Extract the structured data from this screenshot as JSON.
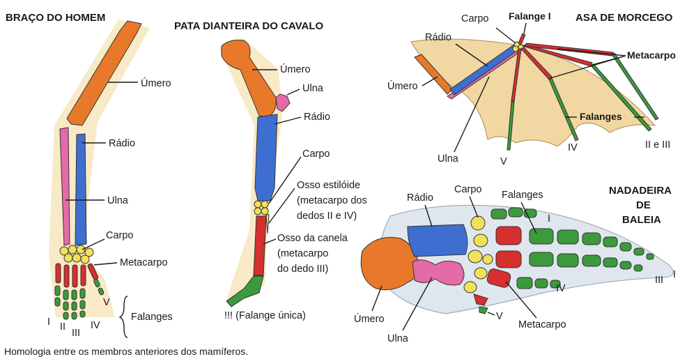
{
  "panels": {
    "human": {
      "title": "BRAÇO DO HOMEM",
      "labels": {
        "umero": "Úmero",
        "radio": "Rádio",
        "ulna": "Ulna",
        "carpo": "Carpo",
        "metacarpo": "Metacarpo",
        "falanges": "Falanges"
      },
      "digits": [
        "I",
        "II",
        "III",
        "IV",
        "V"
      ]
    },
    "horse": {
      "title": "PATA DIANTEIRA DO CAVALO",
      "labels": {
        "umero": "Úmero",
        "ulna": "Ulna",
        "radio": "Rádio",
        "carpo": "Carpo",
        "estiloide": [
          "Osso estilóide",
          "(metacarpo dos",
          "dedos II e IV)"
        ],
        "canela": [
          "Osso da canela",
          "(metacarpo",
          "do dedo III)"
        ],
        "falange_unica": "!!! (Falange única)"
      }
    },
    "bat": {
      "title": "ASA DE MORCEGO",
      "labels": {
        "carpo": "Carpo",
        "falange_i": "Falange I",
        "radio": "Rádio",
        "metacarpo": "Metacarpo",
        "umero": "Úmero",
        "falanges": "Falanges",
        "ulna": "Ulna",
        "v": "V",
        "iv": "IV",
        "ii_iii": "II e III"
      }
    },
    "whale": {
      "title": [
        "NADADEIRA",
        "DE",
        "BALEIA"
      ],
      "labels": {
        "radio": "Rádio",
        "carpo": "Carpo",
        "falanges": "Falanges",
        "i": "I",
        "iv": "IV",
        "iii": "III",
        "v": "V",
        "umero": "Úmero",
        "ulna": "Ulna",
        "metacarpo": "Metacarpo",
        "edge_i": "I"
      }
    }
  },
  "caption": "Homologia entre os membros anteriores dos mamíferos.",
  "colors": {
    "umero": "#e8792a",
    "radio": "#3e6fd0",
    "ulna": "#e56aa8",
    "carpo": "#f0e15a",
    "metacarpo": "#d62f2f",
    "falanges": "#3c9a3c",
    "skin": "#f3d9a4"
  }
}
